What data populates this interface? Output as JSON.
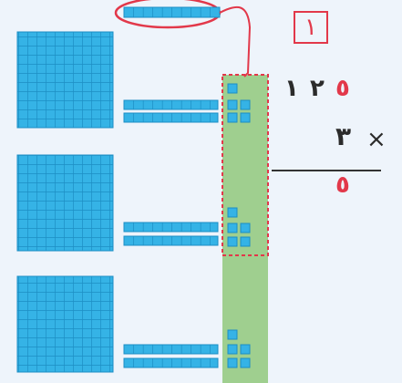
{
  "problem": {
    "step_label": "١",
    "multiplicand_digits": [
      "١",
      "٢",
      "٥"
    ],
    "multiplier": "٣",
    "operator": "×",
    "result": "٥"
  },
  "colors": {
    "background": "#eef4fb",
    "block_blue": "#35b3e6",
    "block_grid": "#1c8ec4",
    "highlight_green": "#9fcf8f",
    "accent_red": "#e2384a"
  },
  "blocks": {
    "groups": 3,
    "hundreds_per_group": 1,
    "tens_per_group": 2,
    "ones_per_group": 5
  }
}
